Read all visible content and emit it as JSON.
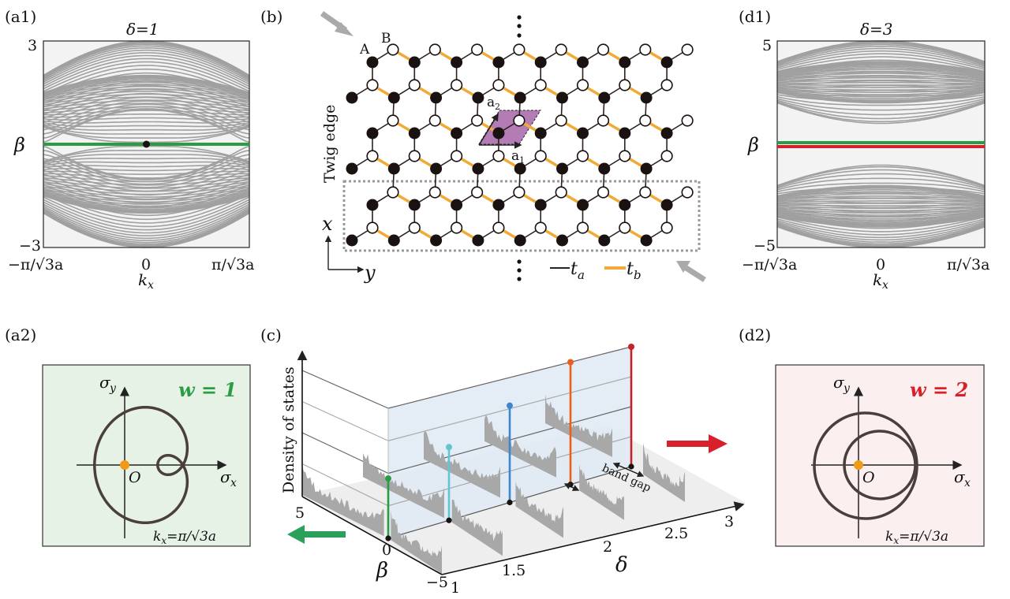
{
  "panels": {
    "a1": {
      "label": "(a1)",
      "title": "δ=1",
      "ylabel": "β",
      "ymax": "3",
      "ymin": "−3",
      "xticks": [
        "−π/√3a",
        "0",
        "π/√3a"
      ],
      "xlabel": {
        "main": "k",
        "sub": "x"
      }
    },
    "b": {
      "label": "(b)",
      "site_a": "A",
      "site_b": "B",
      "edge_label": "Twig edge",
      "vec1": {
        "main": "a",
        "sub": "1"
      },
      "vec2": {
        "main": "a",
        "sub": "2"
      },
      "axis_x": "x",
      "axis_y": "y",
      "legend": [
        {
          "main": "t",
          "sub": "a",
          "color": "#2a2220"
        },
        {
          "main": "t",
          "sub": "b",
          "color": "#f0aa35"
        }
      ]
    },
    "d1": {
      "label": "(d1)",
      "title": "δ=3",
      "ylabel": "β",
      "ymax": "5",
      "ymin": "−5",
      "xticks": [
        "−π/√3a",
        "0",
        "π/√3a"
      ],
      "xlabel": {
        "main": "k",
        "sub": "x"
      }
    },
    "a2": {
      "label": "(a2)",
      "sigma_y": {
        "main": "σ",
        "sub": "y"
      },
      "sigma_x": {
        "main": "σ",
        "sub": "x"
      },
      "origin": "O",
      "winding": "w = 1",
      "kx_label": {
        "main": "k",
        "sub": "x",
        "rest": "=π/√3a"
      }
    },
    "d2": {
      "label": "(d2)",
      "sigma_y": {
        "main": "σ",
        "sub": "y"
      },
      "sigma_x": {
        "main": "σ",
        "sub": "x"
      },
      "origin": "O",
      "winding": "w = 2",
      "kx_label": {
        "main": "k",
        "sub": "x",
        "rest": "=π/√3a"
      }
    },
    "c": {
      "label": "(c)",
      "zlabel": "Density of states",
      "beta_label": "β",
      "delta_label": "δ",
      "beta_ticks": [
        "5",
        "0",
        "−5"
      ],
      "delta_ticks": [
        "1",
        "1.5",
        "2",
        "2.5",
        "3"
      ],
      "gap_label": "band gap"
    }
  },
  "colors": {
    "green": "#2a9d44",
    "red": "#d8202a",
    "orange_dot": "#f09a1a",
    "band": "#a0a0a0",
    "tb": "#f0aa35",
    "cell": "#b47cb4"
  },
  "chart_data": [
    {
      "type": "line",
      "title": "δ=1",
      "xlabel": "k_x",
      "ylabel": "β",
      "ylim": [
        -3,
        3
      ],
      "xlim": [
        "−π/√3a",
        "π/√3a"
      ],
      "delta": 1,
      "edge_states": [
        {
          "beta": 0,
          "color": "#2a9d44"
        }
      ]
    },
    {
      "type": "line",
      "title": "δ=3",
      "xlabel": "k_x",
      "ylabel": "β",
      "ylim": [
        -5,
        5
      ],
      "xlim": [
        "−π/√3a",
        "π/√3a"
      ],
      "delta": 3,
      "edge_states": [
        {
          "beta": 0,
          "color": "#2a9d44"
        },
        {
          "beta": 0,
          "color": "#d8202a"
        }
      ]
    },
    {
      "type": "bar",
      "title": "Density of states",
      "xlabel": "δ",
      "ylabel": "β",
      "delta": [
        1,
        1.5,
        2,
        2.5,
        3
      ],
      "beta_range": [
        -5,
        5
      ],
      "zero_mode_dos": [
        1.84,
        2.3,
        3.1,
        4.0,
        4.0
      ],
      "stem_colors": [
        "#2a9d44",
        "#5fc6d2",
        "#3c86cf",
        "#e8601c",
        "#c8202a"
      ]
    }
  ]
}
